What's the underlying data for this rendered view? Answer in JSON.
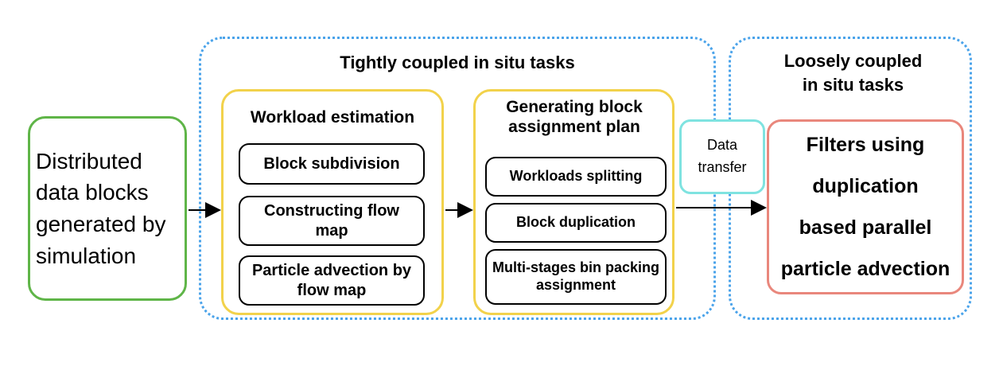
{
  "sources": {
    "distributed_data": "Distributed data blocks generated by simulation"
  },
  "tight_group": {
    "title": "Tightly coupled in situ tasks",
    "workload": {
      "title": "Workload estimation",
      "steps": [
        "Block subdivision",
        "Constructing flow map",
        "Particle advection by flow map"
      ]
    },
    "assignment": {
      "title": "Generating block assignment plan",
      "steps": [
        "Workloads splitting",
        "Block duplication",
        "Multi-stages bin packing assignment"
      ]
    }
  },
  "transfer": {
    "label": "Data transfer"
  },
  "loose_group": {
    "title": "Loosely coupled in situ tasks",
    "filters": [
      "Filters using",
      "duplication",
      "based parallel",
      "particle advection"
    ]
  },
  "colors": {
    "green": "#5fb548",
    "blue_dotted": "#4aa3ea",
    "yellow": "#f2d24b",
    "cyan": "#7fe3e0",
    "salmon": "#e9877c"
  }
}
